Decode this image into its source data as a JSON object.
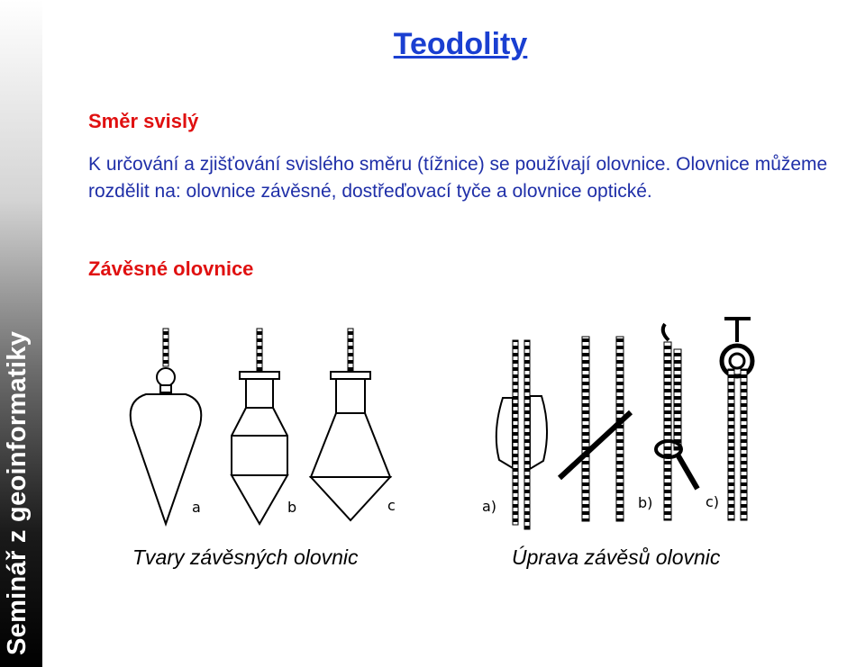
{
  "sidebar": {
    "label": "Seminář z geoinformatiky"
  },
  "slide": {
    "title": "Teodolity",
    "section1_heading": "Směr svislý",
    "paragraph": "K určování a zjišťování svislého směru (tížnice) se používají olovnice. Olovnice můžeme rozdělit na: olovnice závěsné, dostřeďovací tyče a olovnice optické.",
    "section2_heading": "Závěsné olovnice"
  },
  "figure_left": {
    "labels": {
      "a": "a",
      "b": "b",
      "c": "c"
    },
    "caption": "Tvary závěsných olovnic"
  },
  "figure_right": {
    "labels": {
      "a": "a)",
      "b": "b)",
      "c": "c)"
    },
    "caption": "Úprava závěsů olovnic"
  },
  "colors": {
    "title": "#1a3fd1",
    "heading": "#e01010",
    "body_text": "#1f2fa8",
    "drawing": "#000000"
  }
}
